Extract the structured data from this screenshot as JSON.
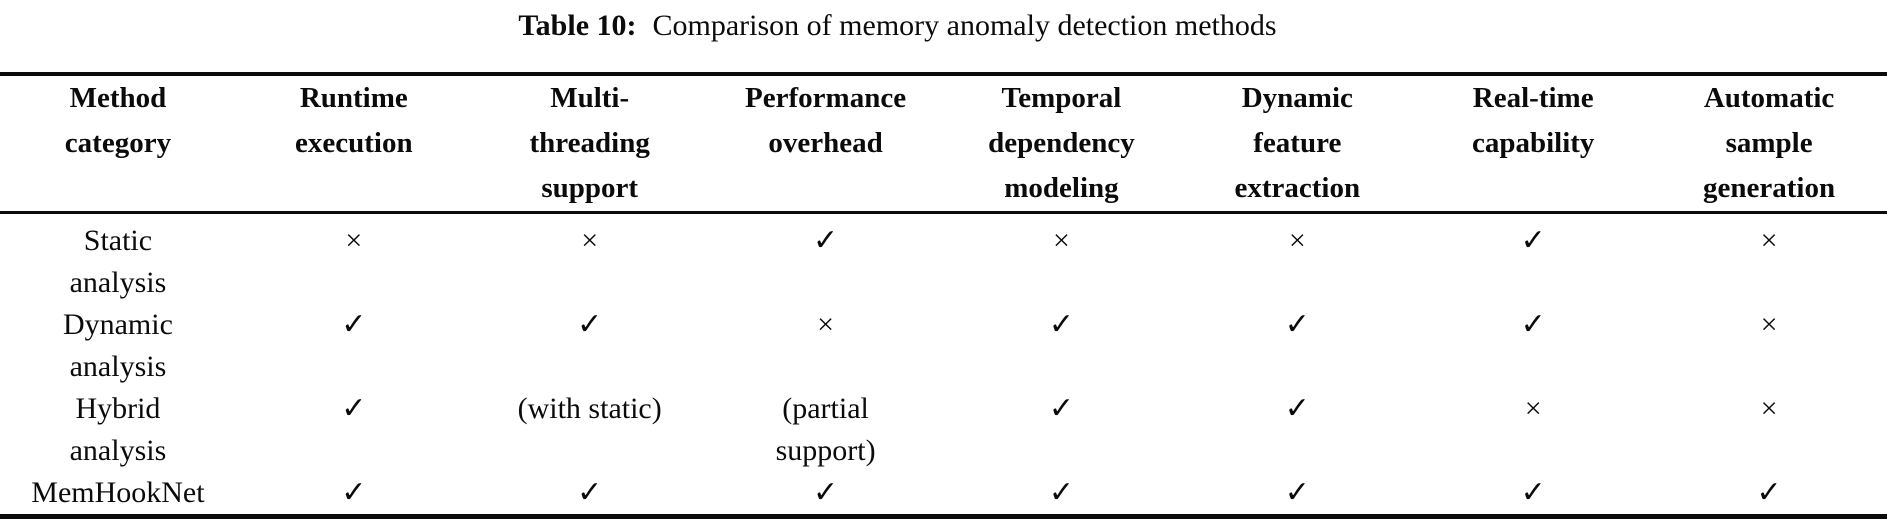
{
  "page": {
    "background": "#ffffff",
    "text_color": "#0b0b0b"
  },
  "caption": {
    "label": "Table 10:",
    "text": "Comparison of memory anomaly detection methods"
  },
  "table": {
    "headers": [
      "Method\ncategory",
      "Runtime\nexecution",
      "Multi-\nthreading\nsupport",
      "Performance\noverhead",
      "Temporal\ndependency\nmodeling",
      "Dynamic\nfeature\nextraction",
      "Real-time\ncapability",
      "Automatic\nsample\ngeneration"
    ],
    "rows": [
      {
        "cells": [
          "Static\nanalysis",
          "×",
          "×",
          "✓",
          "×",
          "×",
          "✓",
          "×"
        ]
      },
      {
        "cells": [
          "Dynamic\nanalysis",
          "✓",
          "✓",
          "×",
          "✓",
          "✓",
          "✓",
          "×"
        ]
      },
      {
        "cells": [
          "Hybrid\nanalysis",
          "✓",
          "(with static)",
          "(partial\nsupport)",
          "✓",
          "✓",
          "×",
          "×"
        ]
      },
      {
        "cells": [
          "MemHookNet",
          "✓",
          "✓",
          "✓",
          "✓",
          "✓",
          "✓",
          "✓"
        ]
      }
    ]
  }
}
